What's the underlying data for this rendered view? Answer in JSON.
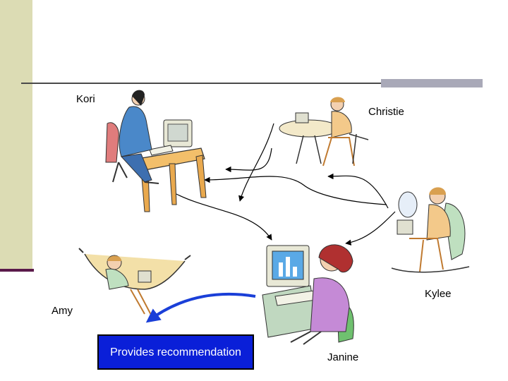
{
  "people": {
    "kori": "Kori",
    "christie": "Christie",
    "kylee": "Kylee",
    "amy": "Amy",
    "janine": "Janine"
  },
  "callout": {
    "text": "Provides recommendation"
  },
  "colors": {
    "callout_fill": "#0a1fd8",
    "callout_arrow": "#1a3fd8",
    "sidebar": "#dcdcb4",
    "sidebar_edge": "#5a1a4a",
    "accent_bar": "#a9a9b8"
  }
}
